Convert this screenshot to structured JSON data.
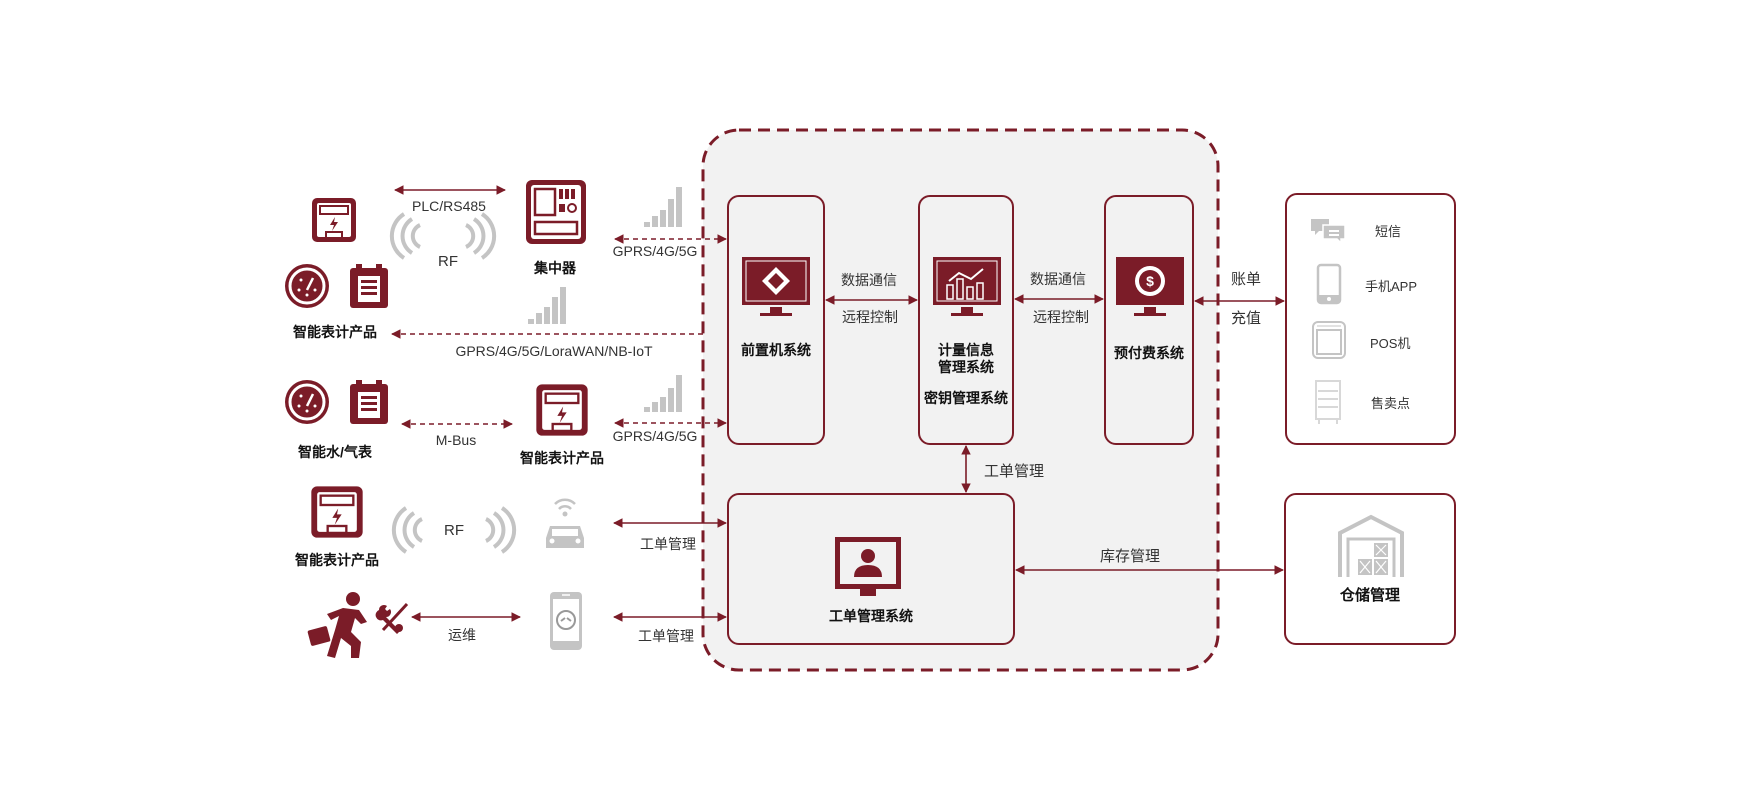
{
  "colors": {
    "accent": "#7b1c28",
    "gray_icon": "#c4c4c4",
    "platform_bg": "#f2f2f2",
    "text": "#333333"
  },
  "left": {
    "row1": {
      "protocol_wired": "PLC/RS485",
      "protocol_rf": "RF",
      "concentrator_label": "集中器",
      "uplink": "GPRS/4G/5G",
      "device_group_label": "智能表计产品"
    },
    "row2": {
      "uplink": "GPRS/4G/5G/LoraWAN/NB-IoT"
    },
    "row3": {
      "water_gas_label": "智能水/气表",
      "bus": "M-Bus",
      "meter_label": "智能表计产品",
      "uplink": "GPRS/4G/5G"
    },
    "row4": {
      "meter_label": "智能表计产品",
      "protocol_rf": "RF",
      "link_label": "工单管理"
    },
    "row5": {
      "ops_label": "运维",
      "link_label": "工单管理"
    }
  },
  "platform": {
    "front_end": {
      "name": "前置机系统"
    },
    "metering": {
      "name_line1": "计量信息",
      "name_line2": "管理系统",
      "subname": "密钥管理系统"
    },
    "prepay": {
      "name": "预付费系统"
    },
    "link_fe_mt": {
      "top": "数据通信",
      "bottom": "远程控制"
    },
    "link_mt_pp": {
      "top": "数据通信",
      "bottom": "远程控制"
    },
    "link_mt_wo": "工单管理",
    "work_order": {
      "name": "工单管理系统"
    },
    "link_wo_wh": "库存管理"
  },
  "right": {
    "link_pp_ch": {
      "top": "账单",
      "bottom": "充值"
    },
    "channels": [
      {
        "icon": "sms-icon",
        "label": "短信"
      },
      {
        "icon": "mobile-phone-icon",
        "label": "手机APP"
      },
      {
        "icon": "pos-terminal-icon",
        "label": "POS机"
      },
      {
        "icon": "kiosk-icon",
        "label": "售卖点"
      }
    ],
    "warehouse": {
      "name": "仓储管理"
    }
  }
}
